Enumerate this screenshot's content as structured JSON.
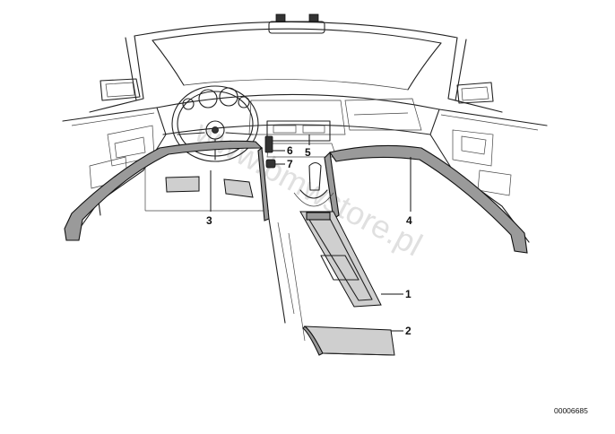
{
  "diagram": {
    "callouts": [
      {
        "id": "1",
        "label": "1"
      },
      {
        "id": "2",
        "label": "2"
      },
      {
        "id": "3",
        "label": "3"
      },
      {
        "id": "4",
        "label": "4"
      },
      {
        "id": "5",
        "label": "5"
      },
      {
        "id": "6",
        "label": "6"
      },
      {
        "id": "7",
        "label": "7"
      }
    ],
    "document_id": "00006685",
    "watermark": "www.bmwstore.pl"
  }
}
